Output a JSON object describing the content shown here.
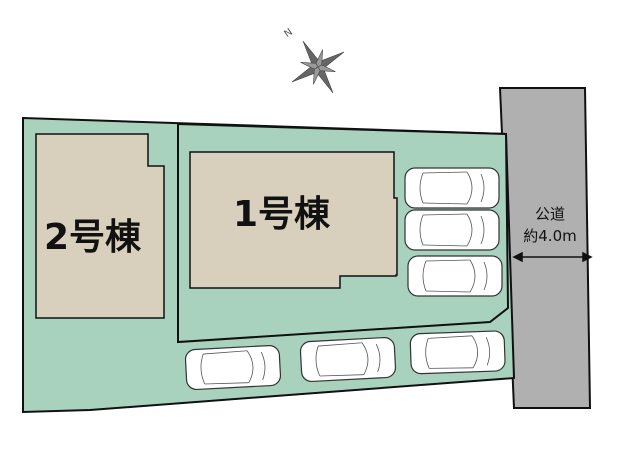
{
  "compass": {
    "north_label": "N"
  },
  "buildings": [
    {
      "label": "1号棟"
    },
    {
      "label": "2号棟"
    }
  ],
  "road": {
    "name": "公道",
    "width": "約4.0m"
  },
  "parking_spaces": 6,
  "colors": {
    "lot": "#a8d2bd",
    "building": "#d8d0bc",
    "road": "#b0b0b0",
    "outline": "#111111"
  }
}
